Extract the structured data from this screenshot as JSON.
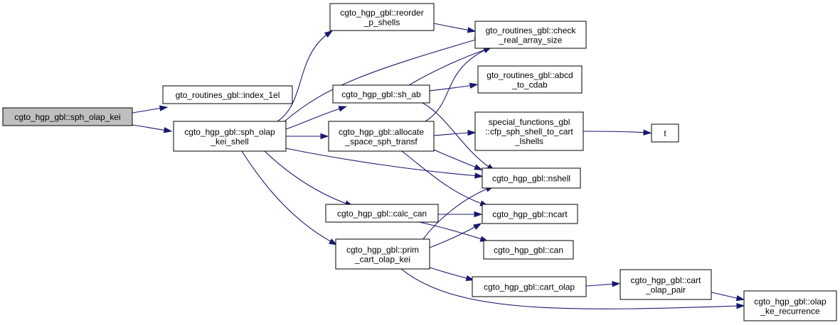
{
  "colors": {
    "edge": "#191970",
    "node_fill": "#ffffff",
    "root_fill": "#bfbfbf",
    "border": "#000000"
  },
  "nodes": {
    "sph_olap_kei": {
      "lines": [
        "cgto_hgp_gbl::sph_olap_kei"
      ],
      "root": true
    },
    "index_1el": {
      "lines": [
        "gto_routines_gbl::index_1el"
      ]
    },
    "sph_olap_kei_shell": {
      "lines": [
        "cgto_hgp_gbl::sph_olap",
        "_kei_shell"
      ]
    },
    "reorder_p_shells": {
      "lines": [
        "cgto_hgp_gbl::reorder",
        "_p_shells"
      ]
    },
    "sh_ab": {
      "lines": [
        "cgto_hgp_gbl::sh_ab"
      ]
    },
    "allocate_space_sph_transf": {
      "lines": [
        "cgto_hgp_gbl::allocate",
        "_space_sph_transf"
      ]
    },
    "calc_can": {
      "lines": [
        "cgto_hgp_gbl::calc_can"
      ]
    },
    "prim_cart_olap_kei": {
      "lines": [
        "cgto_hgp_gbl::prim",
        "_cart_olap_kei"
      ]
    },
    "check_real_array_size": {
      "lines": [
        "gto_routines_gbl::check",
        "_real_array_size"
      ]
    },
    "abcd_to_cdab": {
      "lines": [
        "gto_routines_gbl::abcd",
        "_to_cdab"
      ]
    },
    "cfp_sph_shell_to_cart_lshells": {
      "lines": [
        "special_functions_gbl",
        "::cfp_sph_shell_to_cart",
        "_lshells"
      ]
    },
    "nshell": {
      "lines": [
        "cgto_hgp_gbl::nshell"
      ]
    },
    "ncart": {
      "lines": [
        "cgto_hgp_gbl::ncart"
      ]
    },
    "can": {
      "lines": [
        "cgto_hgp_gbl::can"
      ]
    },
    "cart_olap": {
      "lines": [
        "cgto_hgp_gbl::cart_olap"
      ]
    },
    "t": {
      "lines": [
        "t"
      ]
    },
    "cart_olap_pair": {
      "lines": [
        "cgto_hgp_gbl::cart",
        "_olap_pair"
      ]
    },
    "olap_ke_recurrence": {
      "lines": [
        "cgto_hgp_gbl::olap",
        "_ke_recurrence"
      ]
    }
  },
  "edges": [
    [
      "sph_olap_kei",
      "index_1el"
    ],
    [
      "sph_olap_kei",
      "sph_olap_kei_shell"
    ],
    [
      "sph_olap_kei_shell",
      "reorder_p_shells"
    ],
    [
      "sph_olap_kei_shell",
      "check_real_array_size"
    ],
    [
      "sph_olap_kei_shell",
      "sh_ab"
    ],
    [
      "sph_olap_kei_shell",
      "allocate_space_sph_transf"
    ],
    [
      "sph_olap_kei_shell",
      "nshell"
    ],
    [
      "sph_olap_kei_shell",
      "calc_can"
    ],
    [
      "sph_olap_kei_shell",
      "prim_cart_olap_kei"
    ],
    [
      "reorder_p_shells",
      "check_real_array_size"
    ],
    [
      "sh_ab",
      "check_real_array_size"
    ],
    [
      "sh_ab",
      "abcd_to_cdab"
    ],
    [
      "sh_ab",
      "nshell"
    ],
    [
      "allocate_space_sph_transf",
      "check_real_array_size"
    ],
    [
      "allocate_space_sph_transf",
      "cfp_sph_shell_to_cart_lshells"
    ],
    [
      "allocate_space_sph_transf",
      "nshell"
    ],
    [
      "allocate_space_sph_transf",
      "ncart"
    ],
    [
      "cfp_sph_shell_to_cart_lshells",
      "t"
    ],
    [
      "calc_can",
      "ncart"
    ],
    [
      "calc_can",
      "can"
    ],
    [
      "prim_cart_olap_kei",
      "nshell"
    ],
    [
      "prim_cart_olap_kei",
      "ncart"
    ],
    [
      "prim_cart_olap_kei",
      "cart_olap"
    ],
    [
      "prim_cart_olap_kei",
      "olap_ke_recurrence"
    ],
    [
      "cart_olap",
      "cart_olap_pair"
    ],
    [
      "cart_olap_pair",
      "olap_ke_recurrence"
    ]
  ]
}
